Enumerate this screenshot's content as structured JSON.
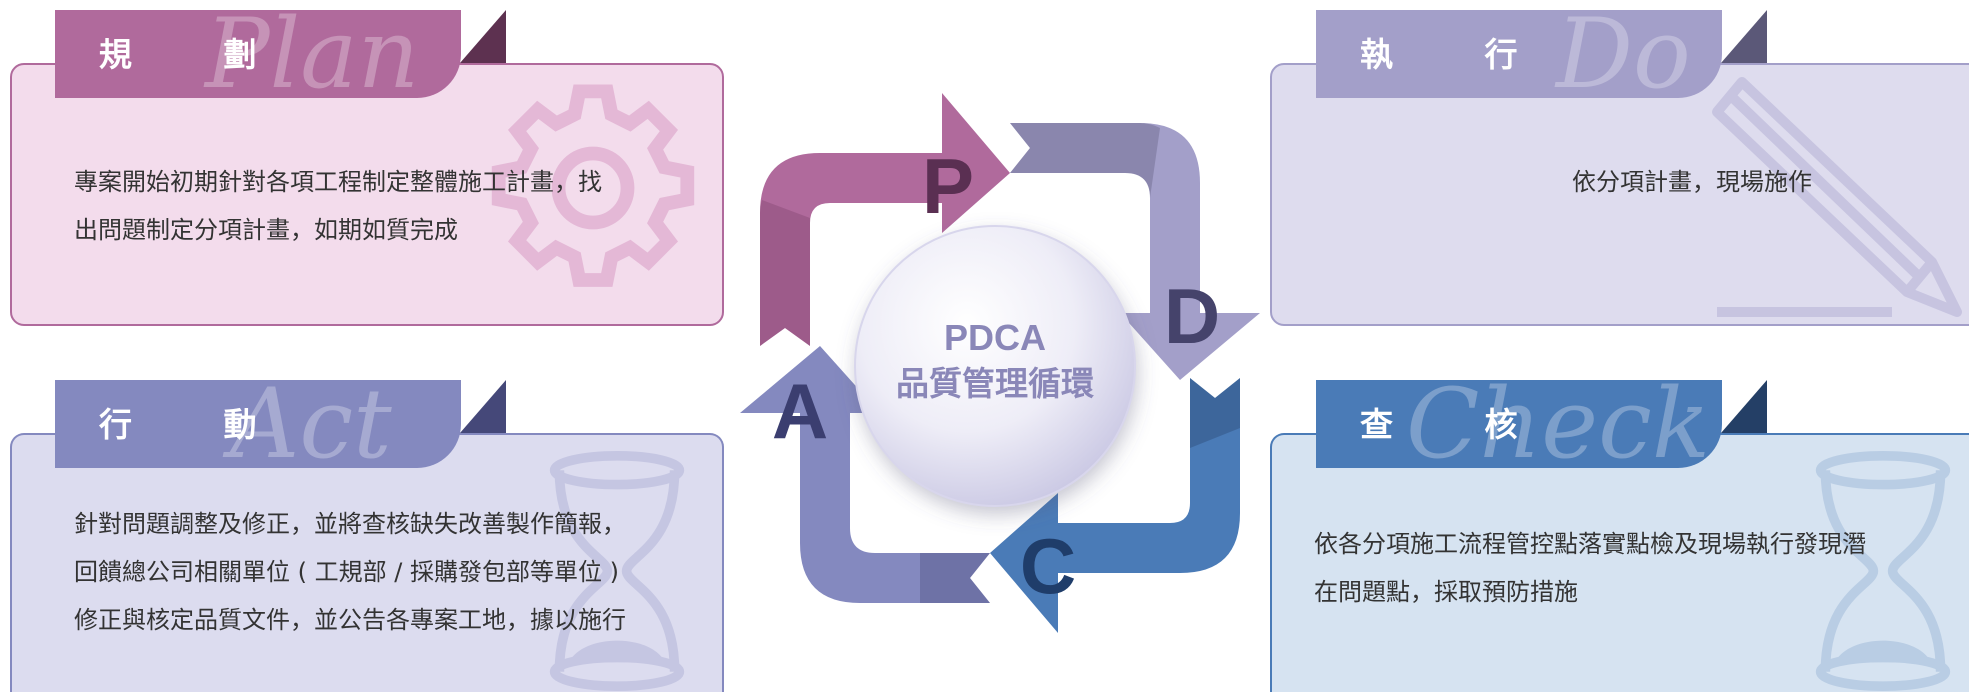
{
  "center": {
    "line1": "PDCA",
    "line2": "品質管理循環"
  },
  "cycle": {
    "p": "P",
    "d": "D",
    "c": "C",
    "a": "A"
  },
  "plan": {
    "title": "規 劃",
    "script": "Plan",
    "lines": [
      "專案開始初期針對各項工程制定整體施工計畫，找",
      "出問題制定分項計畫，如期如質完成"
    ]
  },
  "do": {
    "title": "執 行",
    "script": "Do",
    "lines": [
      "依分項計畫，現場施作"
    ]
  },
  "act": {
    "title": "行 動",
    "script": "Act",
    "lines": [
      "針對問題調整及修正，並將查核缺失改善製作簡報，",
      "回饋總公司相關單位 ( 工規部 / 採購發包部等單位 )",
      "修正與核定品質文件，並公告各專案工地，據以施行"
    ]
  },
  "check": {
    "title": "查 核",
    "script": "Check",
    "lines": [
      "依各分項施工流程管控點落實點檢及現場執行發現潛",
      "在問題點，採取預防措施"
    ]
  },
  "colors": {
    "plan": "#b06a9c",
    "plan_bg": "#f3dcec",
    "do": "#a39fc9",
    "do_bg": "#dedcee",
    "act": "#8489bf",
    "act_bg": "#dcdcef",
    "check": "#4a7bb7",
    "check_bg": "#d6e3f1"
  }
}
